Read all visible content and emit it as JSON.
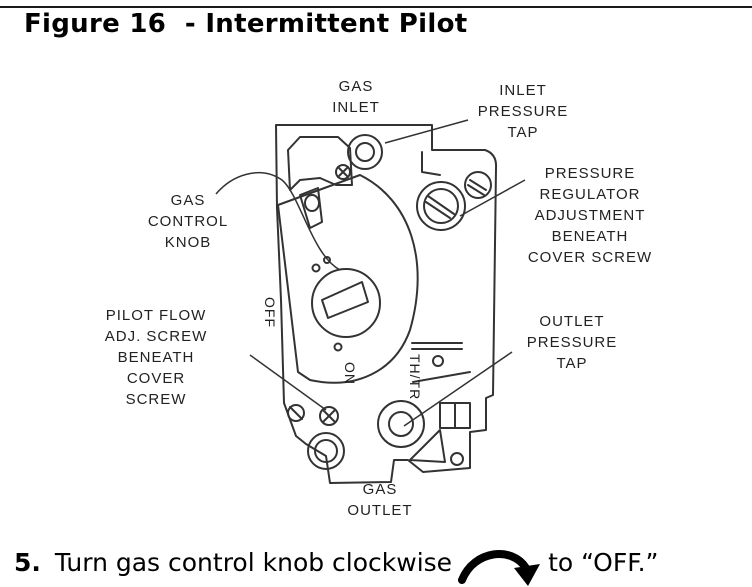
{
  "figure": {
    "title": "Figure 16  - Intermittent Pilot"
  },
  "labels": {
    "gas_inlet": [
      "GAS",
      "INLET"
    ],
    "inlet_pressure_tap": [
      "INLET",
      "PRESSURE",
      "TAP"
    ],
    "pressure_regulator": [
      "PRESSURE",
      "REGULATOR",
      "ADJUSTMENT",
      "BENEATH",
      "COVER SCREW"
    ],
    "gas_control_knob": [
      "GAS",
      "CONTROL",
      "KNOB"
    ],
    "pilot_flow": [
      "PILOT FLOW",
      "ADJ. SCREW",
      "BENEATH",
      "COVER",
      "SCREW"
    ],
    "outlet_pressure_tap": [
      "OUTLET",
      "PRESSURE",
      "TAP"
    ],
    "gas_outlet": [
      "GAS",
      "OUTLET"
    ],
    "knob_off": "OFF",
    "knob_on": "ON",
    "th_tr": "TH/TR"
  },
  "step": {
    "number": "5.",
    "text_before": "Turn gas control knob clockwise",
    "arrow_icon": "clockwise-arrow-icon",
    "text_after": "to “OFF.”"
  }
}
